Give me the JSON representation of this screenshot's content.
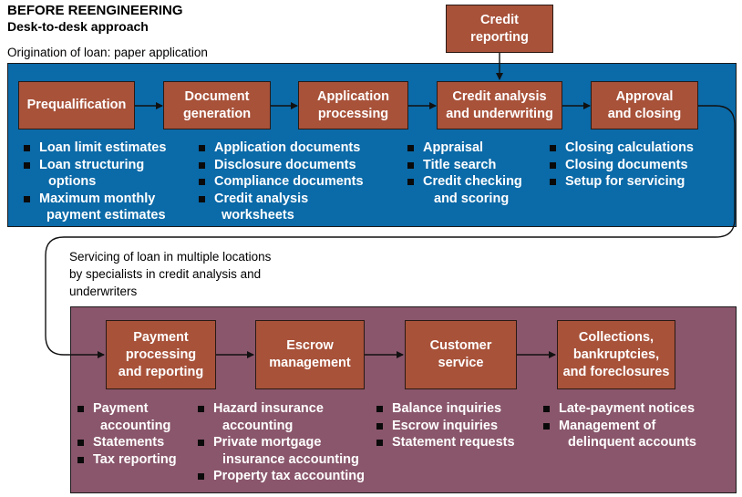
{
  "header": {
    "title": "BEFORE REENGINEERING",
    "subtitle": "Desk-to-desk approach",
    "origination_note": "Origination of loan: paper application",
    "servicing_note": [
      "Servicing of loan in multiple locations",
      "by specialists in credit analysis and",
      "underwriters"
    ]
  },
  "credit_reporting": {
    "label_lines": [
      "Credit",
      "reporting"
    ]
  },
  "origination": {
    "steps": [
      {
        "label_lines": [
          "Prequalification"
        ],
        "items": [
          [
            "Loan limit estimates"
          ],
          [
            "Loan structuring",
            "options"
          ],
          [
            "Maximum monthly",
            "payment estimates"
          ]
        ]
      },
      {
        "label_lines": [
          "Document",
          "generation"
        ],
        "items": [
          [
            "Application documents"
          ],
          [
            "Disclosure documents"
          ],
          [
            "Compliance documents"
          ],
          [
            "Credit analysis",
            "worksheets"
          ]
        ]
      },
      {
        "label_lines": [
          "Application",
          "processing"
        ],
        "items": []
      },
      {
        "label_lines": [
          "Credit analysis",
          "and underwriting"
        ],
        "items": [
          [
            "Appraisal"
          ],
          [
            "Title search"
          ],
          [
            "Credit checking",
            "and scoring"
          ]
        ]
      },
      {
        "label_lines": [
          "Approval",
          "and closing"
        ],
        "items": [
          [
            "Closing calculations"
          ],
          [
            "Closing documents"
          ],
          [
            "Setup for servicing"
          ]
        ]
      }
    ]
  },
  "servicing": {
    "steps": [
      {
        "label_lines": [
          "Payment",
          "processing",
          "and reporting"
        ],
        "items": [
          [
            "Payment",
            "accounting"
          ],
          [
            "Statements"
          ],
          [
            "Tax reporting"
          ]
        ]
      },
      {
        "label_lines": [
          "Escrow",
          "management"
        ],
        "items": [
          [
            "Hazard insurance",
            "accounting"
          ],
          [
            "Private mortgage",
            "insurance accounting"
          ],
          [
            "Property tax accounting"
          ]
        ]
      },
      {
        "label_lines": [
          "Customer",
          "service"
        ],
        "items": [
          [
            "Balance inquiries"
          ],
          [
            "Escrow inquiries"
          ],
          [
            "Statement requests"
          ]
        ]
      },
      {
        "label_lines": [
          "Collections,",
          "bankruptcies,",
          "and foreclosures"
        ],
        "items": [
          [
            "Late-payment notices"
          ],
          [
            "Management of",
            "delinquent accounts"
          ]
        ]
      }
    ]
  },
  "colors": {
    "blue_band": "#0b6aa8",
    "purple_band": "#8a566b",
    "step_box": "#a8523a"
  }
}
